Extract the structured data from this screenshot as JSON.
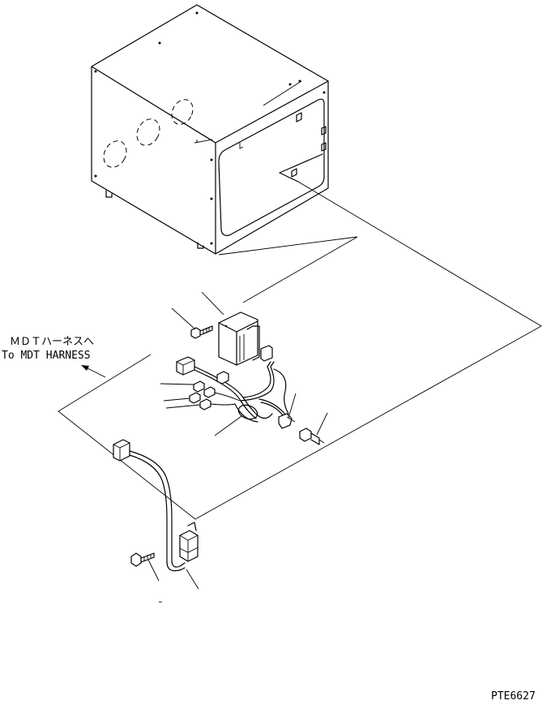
{
  "labels": {
    "jp_harness": "ＭＤＴハーネスへ",
    "en_harness": "To MDT HARNESS",
    "figure_code": "PTE6627"
  }
}
